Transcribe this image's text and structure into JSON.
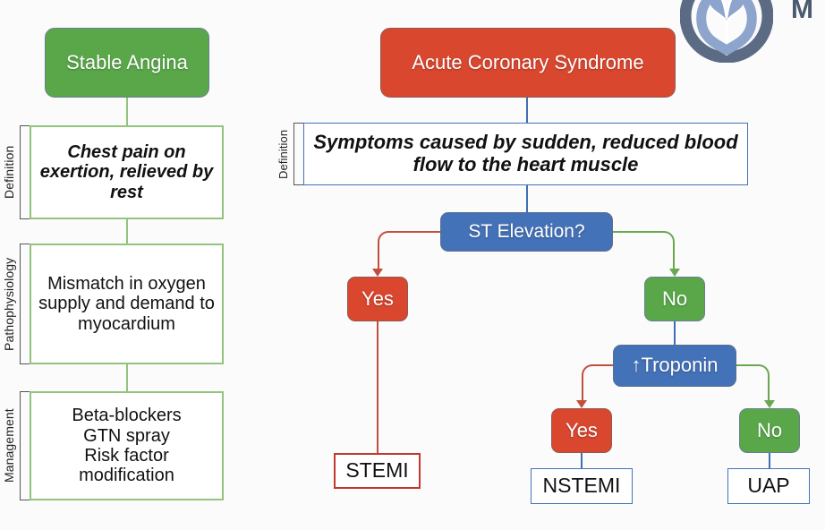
{
  "meta": {
    "title": "Stable Angina vs Acute Coronary Syndrome flowchart",
    "colors": {
      "green_fill": "#5aa74a",
      "green_outline": "#93c47d",
      "red_fill": "#d9472f",
      "red_outline": "#c0392b",
      "blue_fill": "#4472b8",
      "blue_outline": "#4472b8",
      "background": "#fbfbfc",
      "text_dark": "#111111",
      "text_light": "#ffffff",
      "logo_blue": "#8da4cd",
      "logo_slate": "#5c6b84"
    }
  },
  "left_column": {
    "header": "Stable Angina",
    "row_labels": [
      "Definition",
      "Pathophysiology",
      "Management"
    ],
    "rows": [
      {
        "label": "Definition",
        "text": "Chest pain on exertion, relieved by rest",
        "style": "italic"
      },
      {
        "label": "Pathophysiology",
        "text": "Mismatch in oxygen supply and demand to myocardium",
        "style": "normal"
      },
      {
        "label": "Management",
        "text": "Beta-blockers\nGTN spray\nRisk factor\nmodification",
        "style": "normal"
      }
    ]
  },
  "right_column": {
    "header": "Acute Coronary Syndrome",
    "row_labels": [
      "Definition"
    ],
    "definition": "Symptoms caused by sudden, reduced blood flow to the heart muscle",
    "decisions": [
      {
        "question": "ST Elevation?",
        "yes": "Yes",
        "no": "No"
      },
      {
        "question": "↑Troponin",
        "yes": "Yes",
        "no": "No"
      }
    ],
    "outcomes": [
      {
        "name": "STEMI",
        "border": "red"
      },
      {
        "name": "NSTEMI",
        "border": "blue"
      },
      {
        "name": "UAP",
        "border": "blue"
      }
    ]
  },
  "logo": {
    "brand_initial": "M"
  }
}
